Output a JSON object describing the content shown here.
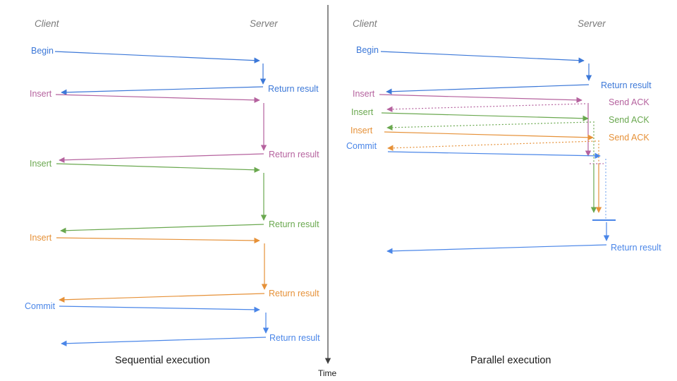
{
  "colors": {
    "blue": "#3c78d8",
    "commit_blue": "#4a86e8",
    "light_blue": "#7baaf0",
    "pink": "#b5629e",
    "green": "#6aa84f",
    "orange": "#e69138",
    "header": "#7a7a7a",
    "axis": "#3f3f3f",
    "title": "#1b1b1b"
  },
  "time_axis": {
    "label": "Time"
  },
  "left_panel": {
    "title": "Sequential execution",
    "client_header": "Client",
    "server_header": "Server",
    "requests": [
      {
        "label": "Begin",
        "response": "Return result"
      },
      {
        "label": "Insert",
        "response": "Return result"
      },
      {
        "label": "Insert",
        "response": "Return result"
      },
      {
        "label": "Insert",
        "response": "Return result"
      },
      {
        "label": "Commit",
        "response": "Return result"
      }
    ]
  },
  "right_panel": {
    "title": "Parallel execution",
    "client_header": "Client",
    "server_header": "Server",
    "requests": [
      {
        "label": "Begin",
        "response": "Return result"
      },
      {
        "label": "Insert",
        "response": "Send ACK"
      },
      {
        "label": "Insert",
        "response": "Send ACK"
      },
      {
        "label": "Insert",
        "response": "Send ACK"
      },
      {
        "label": "Commit",
        "response": "Return result"
      }
    ]
  }
}
